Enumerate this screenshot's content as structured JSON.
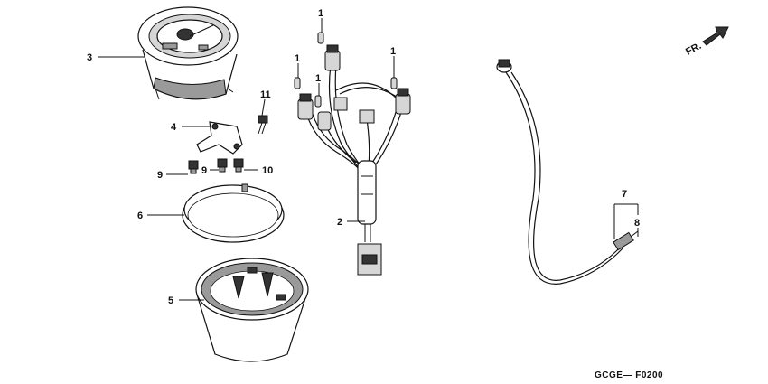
{
  "diagram": {
    "callouts": [
      {
        "id": "c1a",
        "label": "1"
      },
      {
        "id": "c1b",
        "label": "1"
      },
      {
        "id": "c1c",
        "label": "1"
      },
      {
        "id": "c1d",
        "label": "1"
      },
      {
        "id": "c2",
        "label": "2"
      },
      {
        "id": "c3",
        "label": "3"
      },
      {
        "id": "c4",
        "label": "4"
      },
      {
        "id": "c5",
        "label": "5"
      },
      {
        "id": "c6",
        "label": "6"
      },
      {
        "id": "c7",
        "label": "7"
      },
      {
        "id": "c8",
        "label": "8"
      },
      {
        "id": "c9a",
        "label": "9"
      },
      {
        "id": "c9b",
        "label": "9"
      },
      {
        "id": "c10",
        "label": "10"
      },
      {
        "id": "c11",
        "label": "11"
      }
    ],
    "direction_label": "FR.",
    "diagram_code": "GCGE— F0200"
  }
}
